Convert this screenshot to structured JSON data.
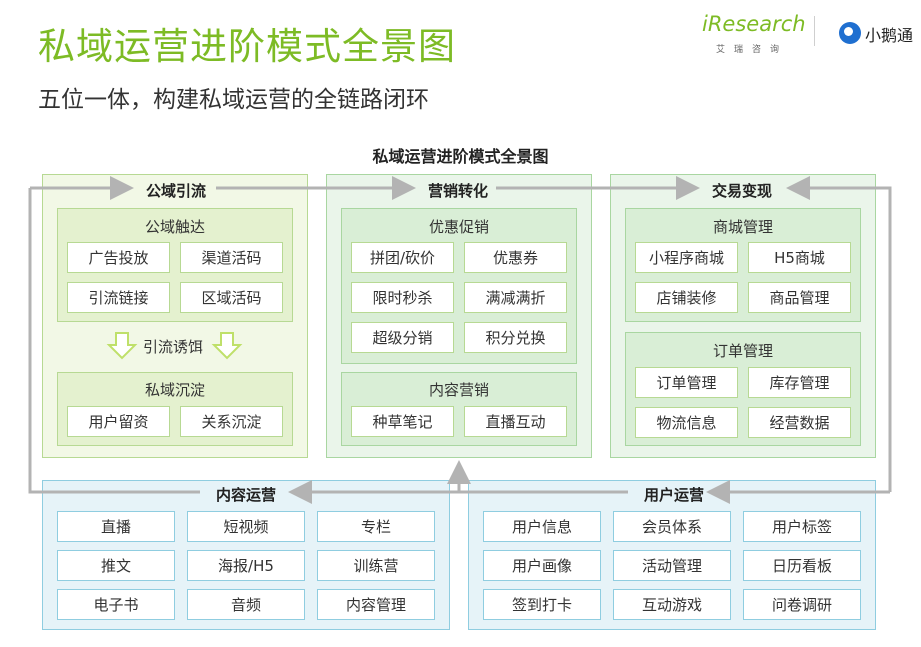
{
  "header": {
    "title": "私域运营进阶模式全景图",
    "subtitle": "五位一体，构建私域运营的全链路闭环",
    "logo_iresearch": "iResearch",
    "logo_iresearch_cn": "艾瑞咨询",
    "logo_xpt": "小鹅通"
  },
  "diagram": {
    "title": "私域运营进阶模式全景图",
    "public": {
      "label": "公域引流",
      "reach": {
        "title": "公域触达",
        "items": [
          "广告投放",
          "渠道活码",
          "引流链接",
          "区域活码"
        ]
      },
      "flow_label": "引流诱饵",
      "settle": {
        "title": "私域沉淀",
        "items": [
          "用户留资",
          "关系沉淀"
        ]
      }
    },
    "marketing": {
      "label": "营销转化",
      "promo": {
        "title": "优惠促销",
        "items": [
          "拼团/砍价",
          "优惠券",
          "限时秒杀",
          "满减满折",
          "超级分销",
          "积分兑换"
        ]
      },
      "content": {
        "title": "内容营销",
        "items": [
          "种草笔记",
          "直播互动"
        ]
      }
    },
    "trade": {
      "label": "交易变现",
      "mall": {
        "title": "商城管理",
        "items": [
          "小程序商城",
          "H5商城",
          "店铺装修",
          "商品管理"
        ]
      },
      "order": {
        "title": "订单管理",
        "items": [
          "订单管理",
          "库存管理",
          "物流信息",
          "经营数据"
        ]
      }
    },
    "content_ops": {
      "label": "内容运营",
      "items": [
        "直播",
        "短视频",
        "专栏",
        "推文",
        "海报/H5",
        "训练营",
        "电子书",
        "音频",
        "内容管理"
      ]
    },
    "user_ops": {
      "label": "用户运营",
      "items": [
        "用户信息",
        "会员体系",
        "用户标签",
        "用户画像",
        "活动管理",
        "日历看板",
        "签到打卡",
        "互动游戏",
        "问卷调研"
      ]
    }
  },
  "colors": {
    "title_green": "#7dbb25",
    "panel_green": "#f2f8e6",
    "panel_blue": "#e6f3f8",
    "border_green": "#b7d993",
    "border_blue": "#8fcde0",
    "arrow_gray": "#b3b3b3",
    "down_arrow_green": "#bfe06a"
  }
}
